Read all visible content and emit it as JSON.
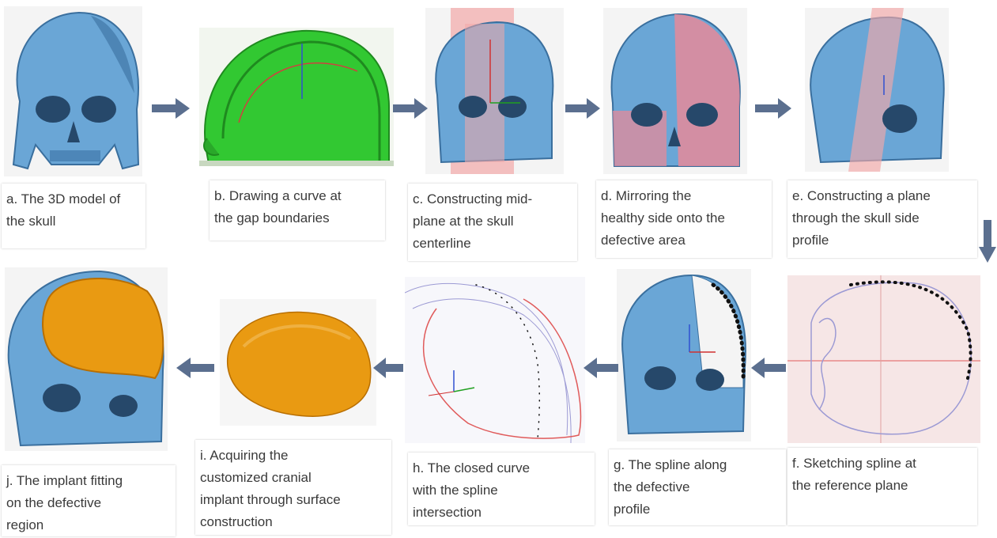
{
  "colors": {
    "skull": "#6aa6d6",
    "skull_dark": "#3a6f9e",
    "green_model": "#32c832",
    "mirror_pink": "#e58a9a",
    "implant": "#e99a12",
    "arrow": "#5b6f8f",
    "spline_dot": "#111111",
    "sketch_bg": "#f6e6e6",
    "sketch_line": "#9c9ad4",
    "red_curve": "#e05a5a"
  },
  "steps": [
    {
      "id": "a",
      "caption": "a. The 3D model of\nthe skull"
    },
    {
      "id": "b",
      "caption": "b. Drawing a curve at\nthe gap boundaries"
    },
    {
      "id": "c",
      "caption": "c. Constructing mid-\nplane at the skull\ncenterline"
    },
    {
      "id": "d",
      "caption": "d. Mirroring the\nhealthy side onto the\ndefective area"
    },
    {
      "id": "e",
      "caption": "e. Constructing a plane\nthrough the skull side\nprofile"
    },
    {
      "id": "f",
      "caption": "f. Sketching spline at\nthe reference plane"
    },
    {
      "id": "g",
      "caption": "g. The spline along\nthe defective\nprofile"
    },
    {
      "id": "h",
      "caption": "h. The closed curve\nwith the spline\nintersection"
    },
    {
      "id": "i",
      "caption": "i. Acquiring the\ncustomized cranial\nimplant through surface\nconstruction"
    },
    {
      "id": "j",
      "caption": "j. The implant fitting\non the defective\nregion"
    }
  ]
}
